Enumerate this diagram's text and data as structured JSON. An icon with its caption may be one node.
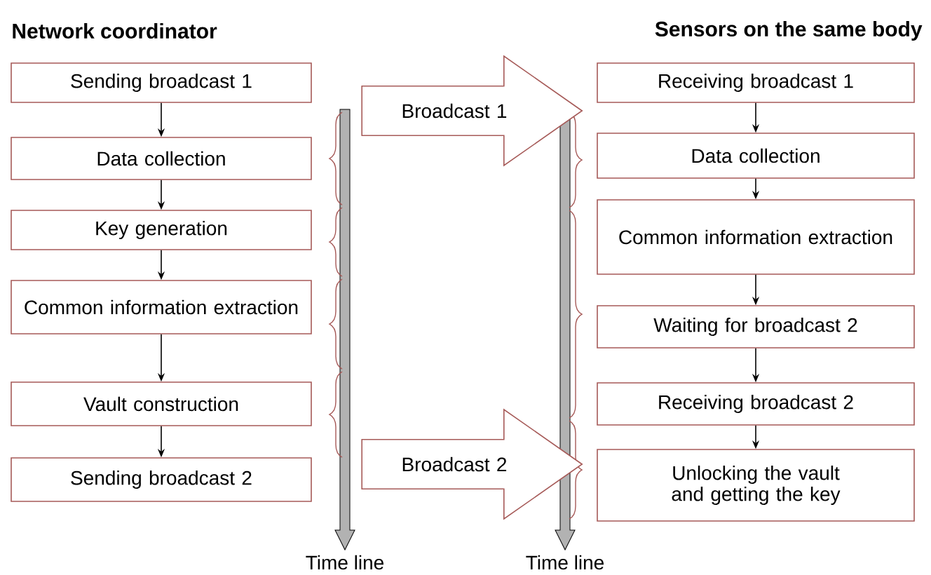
{
  "diagram": {
    "nodes": [
      {
        "text": [
          "Sending broadcast 1"
        ]
      },
      {
        "text": [
          "Data collection"
        ]
      },
      {
        "text": [
          "Key generation"
        ]
      },
      {
        "text": [
          "Common information extraction"
        ]
      },
      {
        "text": [
          "Vault construction"
        ]
      },
      {
        "text": [
          "Sending broadcast 2"
        ]
      },
      {
        "text": [
          "Receiving broadcast 1"
        ]
      },
      {
        "text": [
          "Data collection"
        ]
      },
      {
        "text": [
          "Common information extraction"
        ]
      },
      {
        "text": [
          "Waiting for broadcast 2"
        ]
      },
      {
        "text": [
          "Receiving broadcast 2"
        ]
      },
      {
        "text": [
          "Unlocking the vault and getting the key"
        ]
      },
      {
        "text": [
          "Broadcast 1"
        ]
      },
      {
        "text": [
          "Broadcast 2"
        ]
      }
    ],
    "edges": [
      {
        "from": 0,
        "to": 1,
        "arrow": "to"
      },
      {
        "from": 1,
        "to": 2,
        "arrow": "to"
      },
      {
        "from": 2,
        "to": 3,
        "arrow": "to"
      },
      {
        "from": 3,
        "to": 4,
        "arrow": "to"
      },
      {
        "from": 4,
        "to": 5,
        "arrow": "to"
      },
      {
        "from": 6,
        "to": 7,
        "arrow": "to"
      },
      {
        "from": 7,
        "to": 8,
        "arrow": "to"
      },
      {
        "from": 8,
        "to": 9,
        "arrow": "to"
      },
      {
        "from": 9,
        "to": 10,
        "arrow": "to"
      },
      {
        "from": 10,
        "to": 11,
        "arrow": "to"
      }
    ],
    "labels": [
      "Network coordinator",
      "Sensors on the same body",
      "Time line",
      "Time line"
    ]
  }
}
